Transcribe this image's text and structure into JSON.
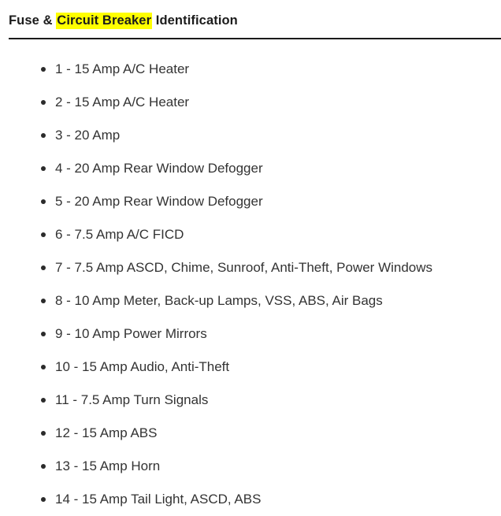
{
  "document": {
    "title_prefix": "Fuse & ",
    "title_highlight": "Circuit Breaker",
    "title_suffix": " Identification",
    "highlight_color": "#ffff00",
    "text_color": "#333333",
    "title_color": "#1b1b1b",
    "rule_color": "#1a1a1a",
    "background_color": "#ffffff"
  },
  "fuse_list": {
    "items": [
      {
        "number": "1",
        "text": "1 - 15 Amp A/C Heater"
      },
      {
        "number": "2",
        "text": "2 - 15 Amp A/C Heater"
      },
      {
        "number": "3",
        "text": "3 - 20 Amp"
      },
      {
        "number": "4",
        "text": "4 - 20 Amp Rear Window Defogger"
      },
      {
        "number": "5",
        "text": "5 - 20 Amp Rear Window Defogger"
      },
      {
        "number": "6",
        "text": "6 - 7.5 Amp A/C FICD"
      },
      {
        "number": "7",
        "text": "7 - 7.5 Amp ASCD, Chime, Sunroof, Anti-Theft, Power Windows"
      },
      {
        "number": "8",
        "text": "8 - 10 Amp Meter, Back-up Lamps, VSS, ABS, Air Bags"
      },
      {
        "number": "9",
        "text": "9 - 10 Amp Power Mirrors"
      },
      {
        "number": "10",
        "text": "10 - 15 Amp Audio, Anti-Theft"
      },
      {
        "number": "11",
        "text": "11 - 7.5 Amp Turn Signals"
      },
      {
        "number": "12",
        "text": "12 - 15 Amp ABS"
      },
      {
        "number": "13",
        "text": "13 - 15 Amp Horn"
      },
      {
        "number": "14",
        "text": "14 - 15 Amp Tail Light, ASCD, ABS"
      }
    ]
  }
}
